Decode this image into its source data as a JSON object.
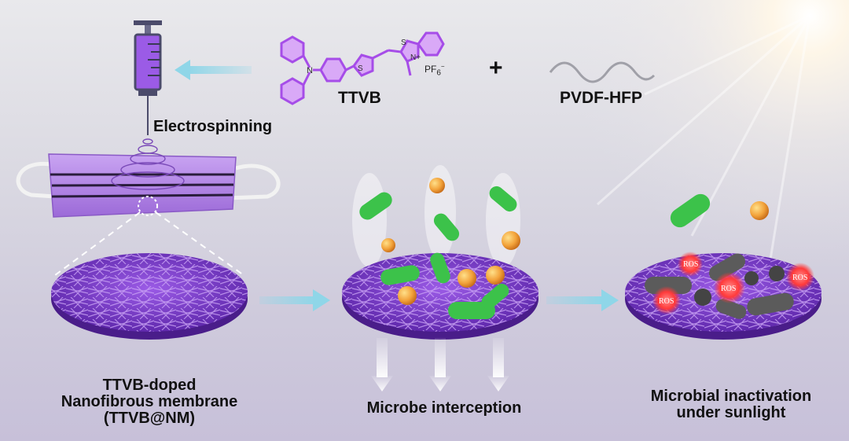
{
  "labels": {
    "electrospinning": "Electrospinning",
    "ttvb": "TTVB",
    "plus": "+",
    "pvdf": "PVDF-HFP",
    "pf6": "PF",
    "pf6_sub": "6",
    "pf6_sup": "−",
    "ros": "ROS"
  },
  "captions": {
    "membrane": [
      "TTVB-doped",
      "Nanofibrous membrane",
      "(TTVB@NM)"
    ],
    "interception": [
      "Microbe interception"
    ],
    "inactivation": [
      "Microbial inactivation",
      "under sunlight"
    ]
  },
  "colors": {
    "membrane_purple": "#7a3fd0",
    "fiber_light": "#b98cf0",
    "mask_purple": "#b58ae8",
    "bacteria_green": "#3cc24a",
    "spore_orange": "#f2a23a",
    "ros_red": "#ff3a3a",
    "arrow_cyan": "#8fd6e8"
  }
}
